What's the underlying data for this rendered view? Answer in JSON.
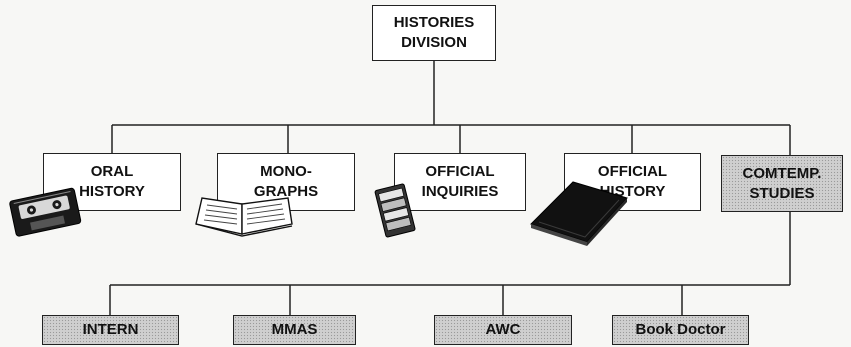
{
  "title": {
    "label": "HISTORIES\nDIVISION"
  },
  "sections": [
    {
      "id": "oral-history",
      "label": "ORAL\nHISTORY",
      "shaded": false,
      "icon": "cassette-tape-icon"
    },
    {
      "id": "monographs",
      "label": "MONO-\nGRAPHS",
      "shaded": false,
      "icon": "open-book-icon"
    },
    {
      "id": "official-inquiries",
      "label": "OFFICIAL\nINQUIRIES",
      "shaded": false,
      "icon": "file-stack-icon"
    },
    {
      "id": "official-history",
      "label": "OFFICIAL\nHISTORY",
      "shaded": false,
      "icon": "closed-book-icon"
    },
    {
      "id": "comtemp-studies",
      "label": "COMTEMP.\nSTUDIES",
      "shaded": true,
      "icon": ""
    }
  ],
  "sub_units": [
    {
      "id": "intern",
      "label": "INTERN"
    },
    {
      "id": "mmas",
      "label": "MMAS"
    },
    {
      "id": "awc",
      "label": "AWC"
    },
    {
      "id": "book-doctor",
      "label": "Book Doctor"
    }
  ],
  "colors": {
    "line": "#222222",
    "box_fill": "#ffffff",
    "shaded_fill": "#cfcfcf"
  }
}
